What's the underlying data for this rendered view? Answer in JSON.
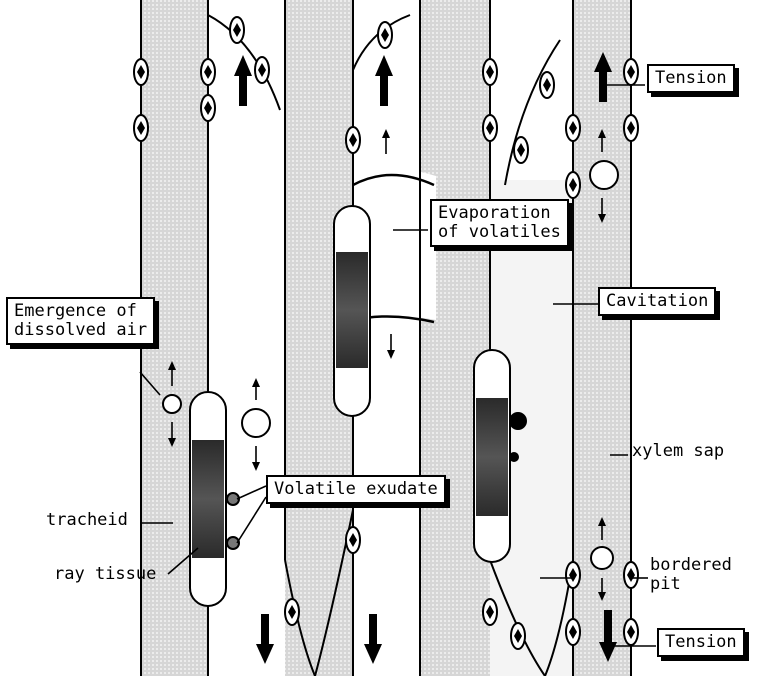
{
  "labels": {
    "tension_top": "Tension",
    "tension_bottom": "Tension",
    "evaporation": [
      "Evaporation",
      "of volatiles"
    ],
    "cavitation": "Cavitation",
    "emergence": [
      "Emergence of",
      "dissolved air"
    ],
    "xylem_sap": "xylem sap",
    "volatile_exudate": "Volatile exudate",
    "tracheid": "tracheid",
    "ray_tissue": "ray tissue",
    "bordered_pit": [
      "bordered",
      "pit"
    ]
  },
  "colors": {
    "background": "#ffffff",
    "lumen_shade": "#cfcfcf",
    "ray_dark": "#3a3a3a",
    "line": "#000000"
  }
}
